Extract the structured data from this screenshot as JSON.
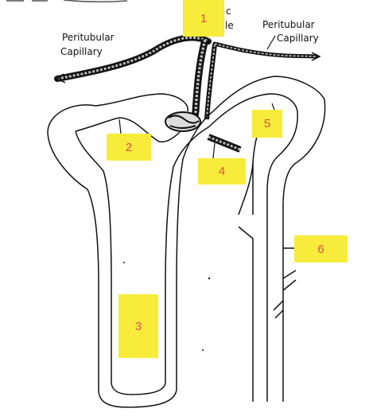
{
  "labels": {
    "peritubular_left_line1": "Peritubular",
    "peritubular_left_line2": "Capillary",
    "peritubular_right_line1": "Peritubular",
    "peritubular_right_line2": "Capillary",
    "partial_top_1": "c",
    "partial_top_2": "le"
  },
  "boxes": [
    "1",
    "2",
    "3",
    "4",
    "5",
    "6"
  ],
  "colors": {
    "box_fill": "#f7ec3b",
    "box_text": "#e0504a",
    "line": "#111111"
  }
}
